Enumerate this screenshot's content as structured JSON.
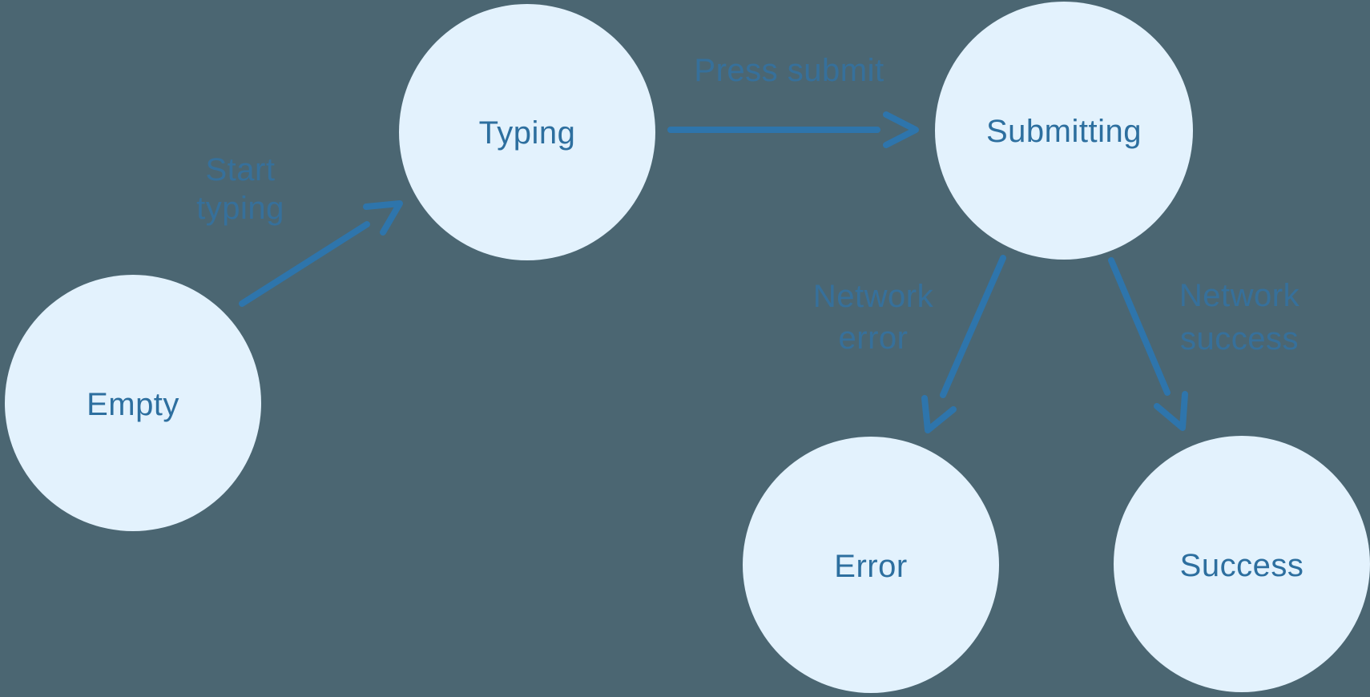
{
  "theme": {
    "background": "#4b6672",
    "node_fill": "#e3f2fd",
    "node_label_color": "#2d6f9f",
    "arrow_color": "#2e75ac",
    "edge_label_color": "#2e75ac"
  },
  "diagram": {
    "kind": "state-machine",
    "nodes": [
      {
        "id": "empty",
        "label": "Empty"
      },
      {
        "id": "typing",
        "label": "Typing"
      },
      {
        "id": "submitting",
        "label": "Submitting"
      },
      {
        "id": "error",
        "label": "Error"
      },
      {
        "id": "success",
        "label": "Success"
      }
    ],
    "edges": [
      {
        "from": "Empty",
        "to": "Typing",
        "label": "Start typing",
        "lines": [
          "Start",
          "typing"
        ]
      },
      {
        "from": "Typing",
        "to": "Submitting",
        "label": "Press submit",
        "lines": [
          "Press submit"
        ]
      },
      {
        "from": "Submitting",
        "to": "Error",
        "label": "Network error",
        "lines": [
          "Network",
          "error"
        ]
      },
      {
        "from": "Submitting",
        "to": "Success",
        "label": "Network success",
        "lines": [
          "Network",
          "success"
        ]
      }
    ]
  }
}
